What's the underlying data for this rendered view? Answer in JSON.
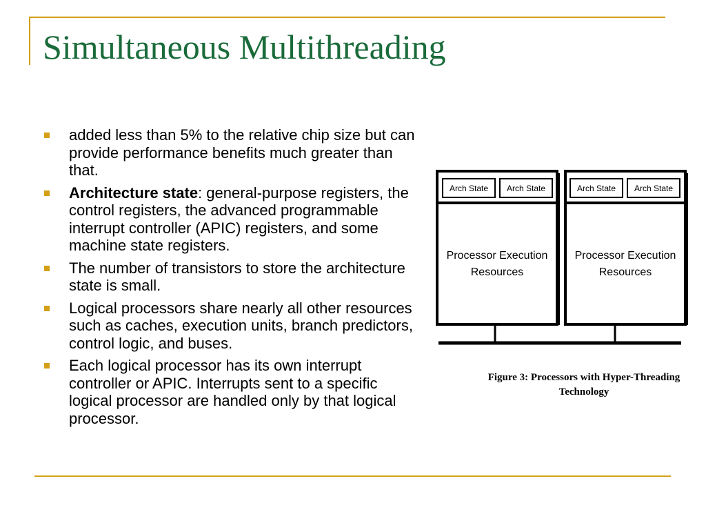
{
  "slide": {
    "title": "Simultaneous Multithreading",
    "bullets": [
      {
        "bold": "",
        "text": "added less than 5% to the relative chip size but can provide performance benefits much greater than that."
      },
      {
        "bold": "Architecture state",
        "text": ": general-purpose registers, the control registers, the advanced programmable interrupt controller (APIC) registers, and some machine state registers."
      },
      {
        "bold": "",
        "text": "The number of transistors to store the architecture state is small."
      },
      {
        "bold": "",
        "text": "Logical processors share nearly all other resources such as caches, execution units, branch predictors, control logic, and buses."
      },
      {
        "bold": "",
        "text": "Each logical processor has its own interrupt controller or APIC. Interrupts sent to a specific logical processor are handled only by that logical processor."
      }
    ]
  },
  "figure": {
    "arch_state_label": "Arch State",
    "proc_label_line1": "Processor Execution",
    "proc_label_line2": "Resources",
    "caption_line1": "Figure 3: Processors with Hyper-Threading",
    "caption_line2": "Technology"
  },
  "colors": {
    "accent": "#d4a017",
    "title": "#1a6b3a"
  }
}
